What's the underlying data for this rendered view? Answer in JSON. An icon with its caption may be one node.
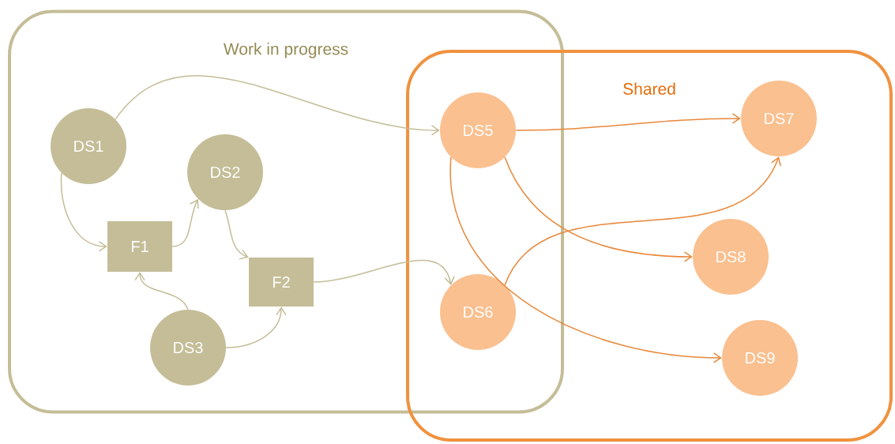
{
  "diagram": {
    "nodes": [
      {
        "text": [
          "Work in progress"
        ]
      },
      {
        "text": [
          "DS1"
        ],
        "in": 0
      },
      {
        "text": [
          "DS2"
        ],
        "in": 0
      },
      {
        "text": [
          "F1"
        ],
        "in": 0
      },
      {
        "text": [
          "F2"
        ],
        "in": 0
      },
      {
        "text": [
          "DS3"
        ],
        "in": 0
      },
      {
        "text": [
          "Shared"
        ]
      },
      {
        "text": [
          "DS5"
        ]
      },
      {
        "text": [
          "DS6"
        ]
      },
      {
        "text": [
          "DS7"
        ],
        "in": 6
      },
      {
        "text": [
          "DS8"
        ],
        "in": 6
      },
      {
        "text": [
          "DS9"
        ],
        "in": 6
      }
    ],
    "edges": [
      {
        "from": 1,
        "to": 7,
        "arrow": "to"
      },
      {
        "from": 1,
        "to": 3,
        "arrow": "to"
      },
      {
        "from": 3,
        "to": 2,
        "arrow": "to"
      },
      {
        "from": 2,
        "to": 4,
        "arrow": "to"
      },
      {
        "from": 5,
        "to": 3,
        "arrow": "to"
      },
      {
        "from": 5,
        "to": 4,
        "arrow": "to"
      },
      {
        "from": 4,
        "to": 8,
        "arrow": "to"
      },
      {
        "from": 7,
        "to": 9,
        "arrow": "to",
        "color": "#e8883a"
      },
      {
        "from": 8,
        "to": 9,
        "arrow": "to",
        "color": "#e8883a"
      },
      {
        "from": 7,
        "to": 10,
        "arrow": "to",
        "color": "#e8883a"
      },
      {
        "from": 7,
        "to": 11,
        "arrow": "to",
        "color": "#e8883a"
      }
    ]
  }
}
